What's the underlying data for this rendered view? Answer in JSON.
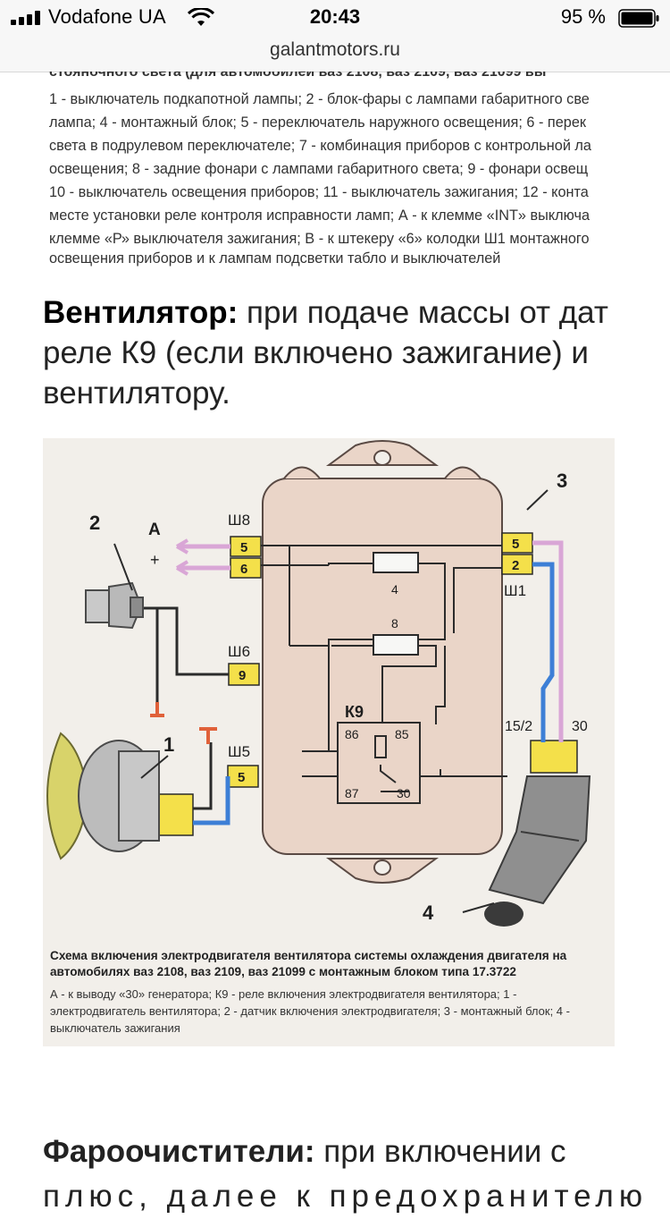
{
  "status_bar": {
    "carrier": "Vodafone UA",
    "time": "20:43",
    "battery_percent": "95 %"
  },
  "browser": {
    "url": "galantmotors.ru"
  },
  "top_figure": {
    "title_cut": "стояночного света (для автомобилей ваз 2108, ваз 2109, ваз 21099 вы",
    "caption_lines": [
      "1 - выключатель подкапотной лампы; 2 - блок-фары с лампами габаритного све",
      "лампа; 4 - монтажный блок; 5 - переключатель наружного освещения; 6 - перек",
      "света в подрулевом переключателе; 7 - комбинация приборов с контрольной ла",
      "освещения; 8 - задние фонари с лампами габаритного света; 9 - фонари освещ",
      "10 - выключатель освещения приборов; 11 - выключатель зажигания; 12 - конта",
      "месте установки реле контроля исправности ламп; А - к клемме «INT» выключа",
      "клемме «Р» выключателя зажигания; В - к штекеру «6» колодки Ш1 монтажного",
      "освещения приборов и к лампам подсветки табло и выключателей"
    ]
  },
  "article": {
    "fan_heading": "Вентилятор:",
    "fan_lines": [
      " при подаче массы от дат",
      "реле К9 (если включено зажигание) и",
      "вентилятору."
    ],
    "headlamp_heading": "Фароочистители:",
    "headlamp_lines": [
      " при включении с",
      "плюс, далее к предохранителю"
    ]
  },
  "diagram": {
    "labels": {
      "block_number": "3",
      "sensor_number": "2",
      "motor_number": "1",
      "switch_number": "4",
      "a_label": "A",
      "plus_sign": "+",
      "sh8": "Ш8",
      "sh8_pin5": "5",
      "sh8_pin6": "6",
      "sh6": "Ш6",
      "sh6_pin9": "9",
      "sh5": "Ш5",
      "sh5_pin5": "5",
      "sh1": "Ш1",
      "sh1_pin5": "5",
      "sh1_pin2": "2",
      "fuse4": "4",
      "fuse8": "8",
      "relay": "К9",
      "relay_86": "86",
      "relay_85": "85",
      "relay_87": "87",
      "relay_30": "30",
      "term_15_2": "15/2",
      "term_30": "30"
    },
    "caption_title": "Схема включения электродвигателя вентилятора системы охлаждения двигателя на автомобилях ваз 2108, ваз 2109, ваз 21099 с монтажным блоком типа 17.3722",
    "caption_text": "А - к выводу «30» генератора; К9 - реле включения электродвигателя вентилятора; 1 - электродвигатель вентилятора; 2 - датчик включения электродвигателя; 3 - монтажный блок; 4 - выключатель зажигания",
    "colors": {
      "block": "#ead5c8",
      "connector": "#f4e04a",
      "pink_wire": "#d9a6d6",
      "blue_wire": "#3d7fd6",
      "fan": "#d8d36a"
    }
  }
}
